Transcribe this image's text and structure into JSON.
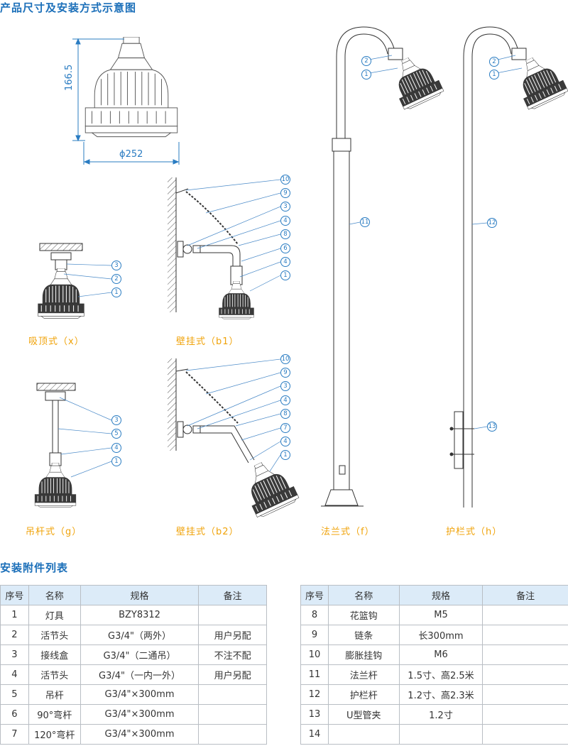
{
  "titles": {
    "diagram": "产品尺寸及安装方式示意图",
    "accessories": "安装附件列表"
  },
  "dimensions": {
    "height": "166.5",
    "diameter": "ϕ252"
  },
  "captions": {
    "ceiling": "吸顶式（x）",
    "wall_b1": "壁挂式（b1）",
    "pendant": "吊杆式（g）",
    "wall_b2": "壁挂式（b2）",
    "flange": "法兰式（f）",
    "guardrail": "护栏式（h）"
  },
  "callouts": {
    "ceiling": [
      "3",
      "2",
      "1"
    ],
    "wall_b1": [
      "10",
      "9",
      "3",
      "4",
      "8",
      "6",
      "4",
      "1"
    ],
    "pendant": [
      "3",
      "5",
      "4",
      "1"
    ],
    "wall_b2": [
      "10",
      "9",
      "3",
      "4",
      "8",
      "7",
      "4",
      "1"
    ],
    "flange": [
      "2",
      "1",
      "11"
    ],
    "guardrail": [
      "2",
      "1",
      "12",
      "13"
    ]
  },
  "table": {
    "headers": [
      "序号",
      "名称",
      "规格",
      "备注"
    ],
    "left": [
      [
        "1",
        "灯具",
        "BZY8312",
        ""
      ],
      [
        "2",
        "活节头",
        "G3/4\"（两外）",
        "用户另配"
      ],
      [
        "3",
        "接线盒",
        "G3/4\"（二通吊）",
        "不注不配"
      ],
      [
        "4",
        "活节头",
        "G3/4\"（一内一外）",
        "用户另配"
      ],
      [
        "5",
        "吊杆",
        "G3/4\"×300mm",
        ""
      ],
      [
        "6",
        "90°弯杆",
        "G3/4\"×300mm",
        ""
      ],
      [
        "7",
        "120°弯杆",
        "G3/4\"×300mm",
        ""
      ]
    ],
    "right": [
      [
        "8",
        "花篮钩",
        "M5",
        ""
      ],
      [
        "9",
        "链条",
        "长300mm",
        ""
      ],
      [
        "10",
        "膨胀挂钩",
        "M6",
        ""
      ],
      [
        "11",
        "法兰杆",
        "1.5寸、高2.5米",
        ""
      ],
      [
        "12",
        "护栏杆",
        "1.2寸、高2.3米",
        ""
      ],
      [
        "13",
        "U型管夹",
        "1.2寸",
        ""
      ],
      [
        "14",
        "",
        "",
        ""
      ]
    ]
  },
  "colors": {
    "title": "#1b6fb9",
    "caption": "#f0a30a",
    "header_bg": "#dcebf8",
    "line": "#2a7cc2"
  }
}
